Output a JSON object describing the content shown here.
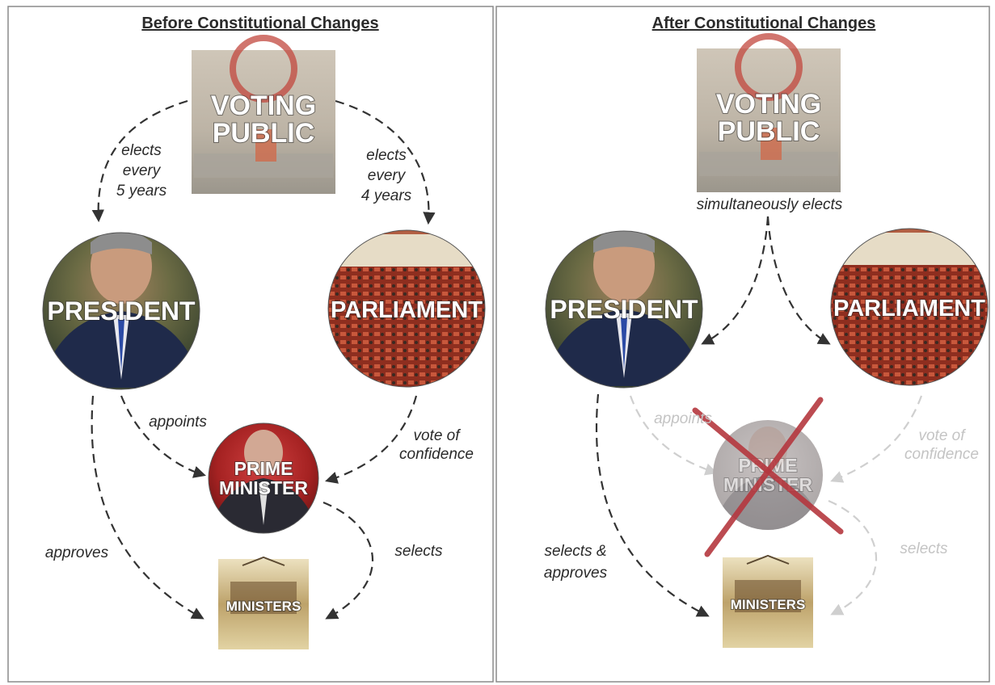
{
  "before": {
    "title": "Before Constitutional Changes",
    "nodes": {
      "voting_public": "VOTING\nPUBLIC",
      "president": "PRESIDENT",
      "parliament": "PARLIAMENT",
      "prime_minister": "PRIME\nMINISTER",
      "ministers": "MINISTERS"
    },
    "edges": {
      "elects_president": "elects\nevery\n5 years",
      "elects_parliament": "elects\nevery\n4 years",
      "appoints": "appoints",
      "vote_of_confidence": "vote of\nconfidence",
      "approves": "approves",
      "selects": "selects"
    }
  },
  "after": {
    "title": "After Constitutional Changes",
    "nodes": {
      "voting_public": "VOTING\nPUBLIC",
      "president": "PRESIDENT",
      "parliament": "PARLIAMENT",
      "prime_minister": "PRIME\nMINISTER",
      "ministers": "MINISTERS"
    },
    "edges": {
      "simultaneously_elects": "simultaneously elects",
      "appoints": "appoints",
      "vote_of_confidence": "vote of\nconfidence",
      "selects_approves": "selects &\napproves",
      "selects": "selects"
    }
  },
  "colors": {
    "strike": "#b5383f",
    "edge": "#333333",
    "faded_edge": "#cfcfcf",
    "border": "#8a8a8a"
  }
}
